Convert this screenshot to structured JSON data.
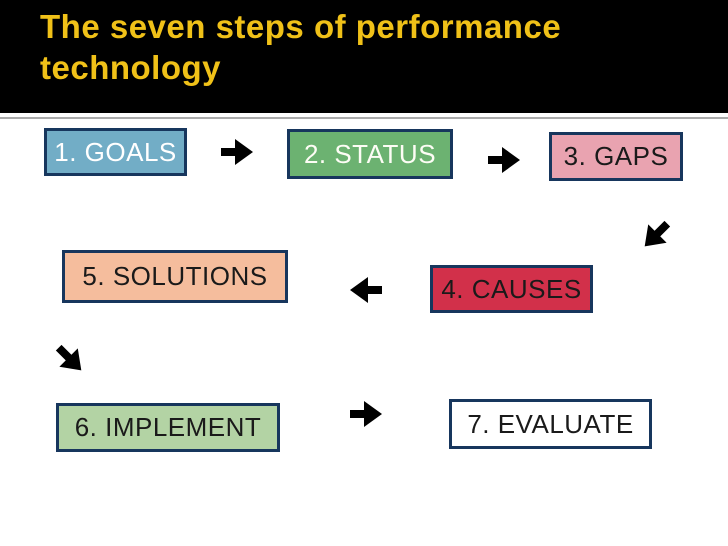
{
  "slide": {
    "title_lines": [
      "The seven steps of performance",
      "technology"
    ],
    "title_color": "#F0C118",
    "header_background": "#000000",
    "body_background": "#FFFFFF",
    "divider_color": "#ABABAB",
    "box_border_color": "#17365D",
    "arrow_color": "#000000"
  },
  "steps": [
    {
      "label": "1. GOALS",
      "fill": "#72ADC6",
      "text_color": "#FFFFFF"
    },
    {
      "label": "2. STATUS",
      "fill": "#6CB271",
      "text_color": "#FDFDF5"
    },
    {
      "label": "3. GAPS",
      "fill": "#E9A3B0",
      "text_color": "#1A1A1A"
    },
    {
      "label": "4. CAUSES",
      "fill": "#D2304A",
      "text_color": "#1A1A1A"
    },
    {
      "label": "5. SOLUTIONS",
      "fill": "#F5BD9D",
      "text_color": "#1A1A1A"
    },
    {
      "label": "6. IMPLEMENT",
      "fill": "#B3D3A4",
      "text_color": "#1A1A1A"
    },
    {
      "label": "7. EVALUATE",
      "fill": "#FFFFFF",
      "text_color": "#1A1A1A"
    }
  ],
  "arrows": [
    {
      "name": "goals-to-status",
      "direction": "right"
    },
    {
      "name": "status-to-gaps",
      "direction": "right"
    },
    {
      "name": "gaps-to-causes",
      "direction": "down-left"
    },
    {
      "name": "causes-to-solutions",
      "direction": "left"
    },
    {
      "name": "solutions-to-implement",
      "direction": "down-right"
    },
    {
      "name": "implement-to-evaluate",
      "direction": "right"
    }
  ]
}
